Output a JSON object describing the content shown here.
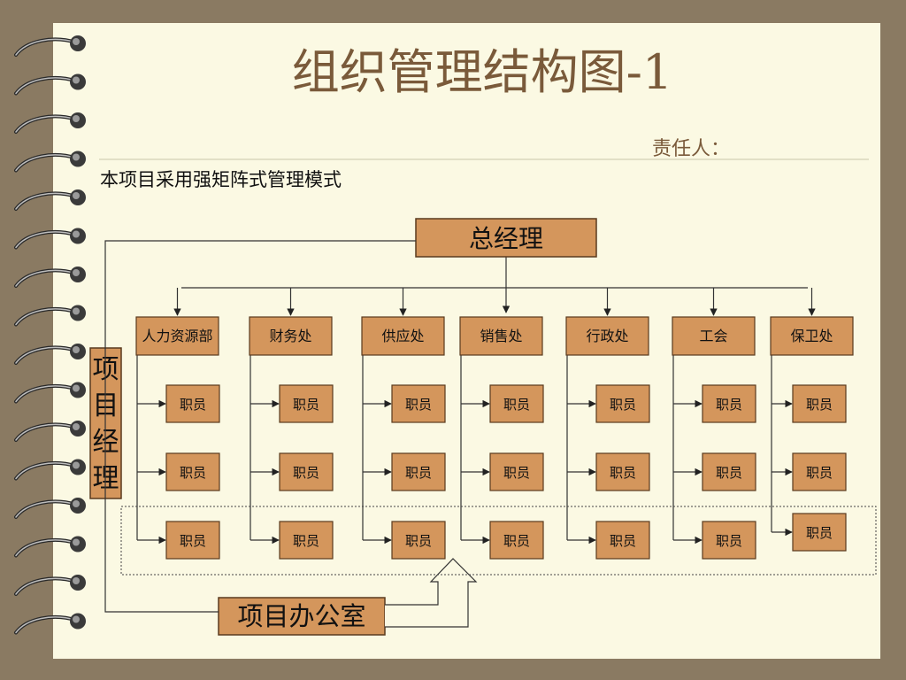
{
  "title": "组织管理结构图-1",
  "responsible_label": "责任人：",
  "subtitle": "本项目采用强矩阵式管理模式",
  "top_node": "总经理",
  "pm_label": "项目经理",
  "office_label": "项目办公室",
  "departments": [
    {
      "name": "人力资源部",
      "staff": [
        "职员",
        "职员",
        "职员"
      ]
    },
    {
      "name": "财务处",
      "staff": [
        "职员",
        "职员",
        "职员"
      ]
    },
    {
      "name": "供应处",
      "staff": [
        "职员",
        "职员",
        "职员"
      ]
    },
    {
      "name": "销售处",
      "staff": [
        "职员",
        "职员",
        "职员"
      ]
    },
    {
      "name": "行政处",
      "staff": [
        "职员",
        "职员",
        "职员"
      ]
    },
    {
      "name": "工会",
      "staff": [
        "职员",
        "职员",
        "职员"
      ]
    },
    {
      "name": "保卫处",
      "staff": [
        "职员",
        "职员",
        "职员"
      ]
    }
  ],
  "colors": {
    "board": "#8a7a62",
    "paper": "#fbf9e3",
    "box_fill": "#d4965c",
    "box_stroke": "#5a3a1e",
    "title_text": "#7a5a3a",
    "line": "#333333"
  }
}
